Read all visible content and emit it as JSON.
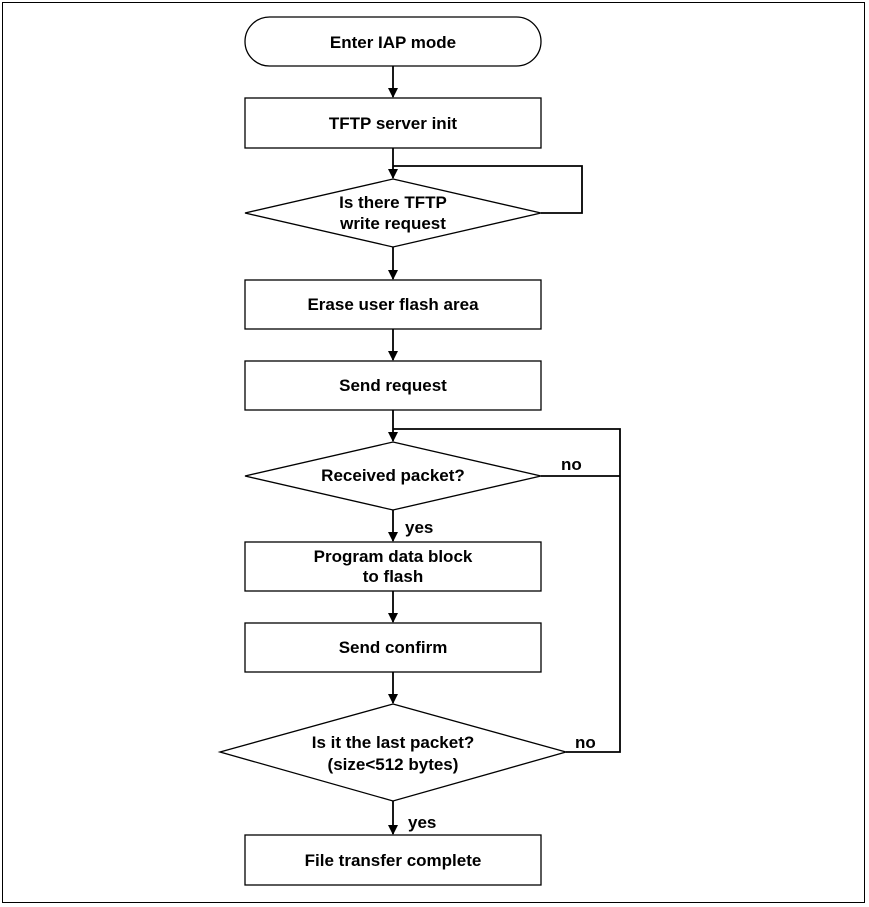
{
  "diagram": {
    "nodes": {
      "start": {
        "text": "Enter IAP mode"
      },
      "tftp_init": {
        "text": "TFTP server init"
      },
      "write_request": {
        "line1": "Is there TFTP",
        "line2": "write request"
      },
      "erase": {
        "text": "Erase user flash area"
      },
      "send_request": {
        "text": "Send request"
      },
      "received": {
        "text": "Received packet?"
      },
      "program": {
        "line1": "Program data block",
        "line2": "to flash"
      },
      "confirm": {
        "text": "Send confirm"
      },
      "last_packet": {
        "line1": "Is it the last packet?",
        "line2": "(size<512 bytes)"
      },
      "complete": {
        "text": "File transfer complete"
      }
    },
    "edges": {
      "received_yes": "yes",
      "received_no": "no",
      "last_yes": "yes",
      "last_no": "no"
    }
  }
}
